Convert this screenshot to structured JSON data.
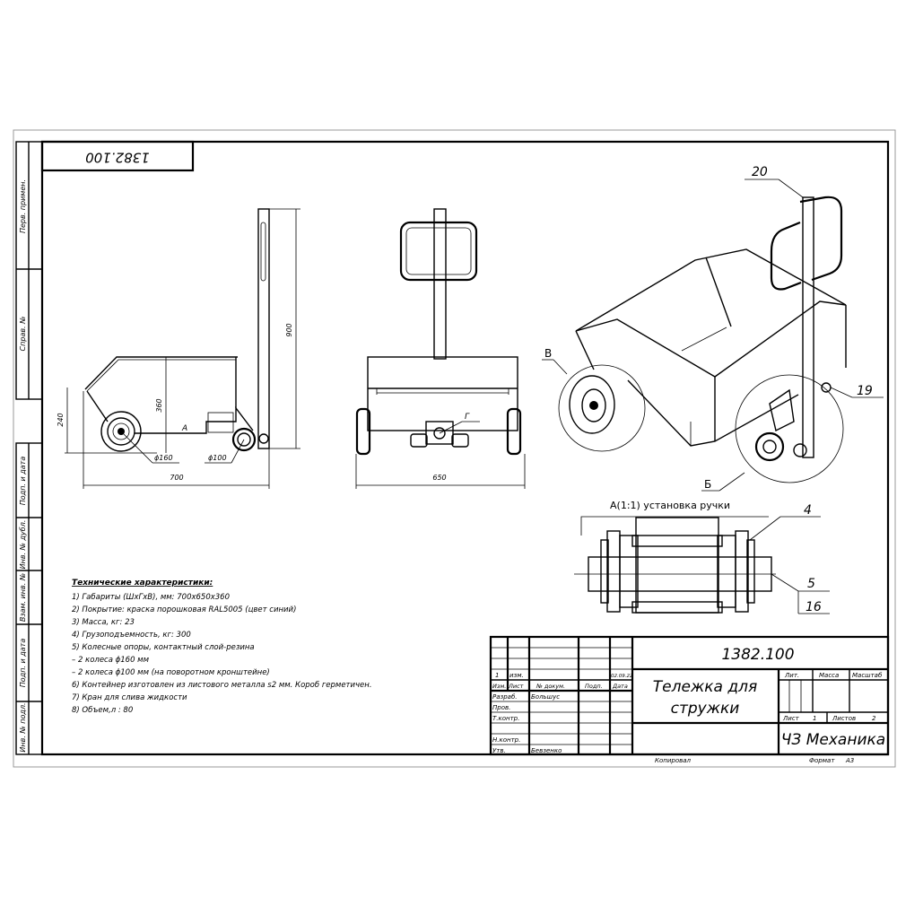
{
  "sheet": {
    "rotated_code": "1382.100",
    "margin_labels": [
      "Перв. примен.",
      "Справ. №",
      "Подп. и дата",
      "Инв. № дубл.",
      "Взам. инв. №",
      "Подп. и дата",
      "Инв. № подл."
    ]
  },
  "side_view": {
    "dims": {
      "height_total": "900",
      "height_box": "360",
      "height_front": "240",
      "length": "700",
      "wheel_large": "ϕ160",
      "wheel_small": "ϕ100"
    },
    "section_mark": "А"
  },
  "front_view": {
    "dims": {
      "width": "650"
    },
    "callout": "Г"
  },
  "iso_view": {
    "callouts": [
      "20",
      "19",
      "В",
      "Б"
    ]
  },
  "section_view": {
    "title": "А(1:1) установка ручки",
    "callouts": [
      "4",
      "5",
      "16"
    ]
  },
  "specs": {
    "title": "Технические характеристики:",
    "items": [
      "1) Габариты (ШхГхВ), мм: 700х650х360",
      "2) Покрытие: краска порошковая RAL5005 (цвет синий)",
      "3) Масса, кг: 23",
      "4) Грузоподъемность, кг: 300",
      "5) Колесные опоры, контактный слой-резина",
      "– 2 колеса ϕ160 мм",
      "– 2 колеса ϕ100 мм (на поворотном кронштейне)",
      "6) Контейнер изготовлен из листового металла s2 мм. Короб герметичен.",
      "7) Кран для слива жидкости",
      "8) Объем,л : 80"
    ]
  },
  "title_block": {
    "designation": "1382.100",
    "name_line1": "Тележка для",
    "name_line2": "стружки",
    "organization": "ЧЗ Механика",
    "change_row": {
      "num": "1",
      "label": "изм.",
      "date": "02.09.22"
    },
    "headers": {
      "izm": "Изм.",
      "list": "Лист",
      "doc": "№ докум.",
      "sign": "Подп.",
      "date": "Дата"
    },
    "roles": [
      {
        "role": "Разраб.",
        "name": "Большус"
      },
      {
        "role": "Пров.",
        "name": ""
      },
      {
        "role": "Т.контр.",
        "name": ""
      },
      {
        "role": "Н.контр.",
        "name": ""
      },
      {
        "role": "Утв.",
        "name": "Бевзенко"
      }
    ],
    "lit_label": "Лит.",
    "mass_label": "Масса",
    "scale_label": "Масштаб",
    "sheet_label": "Лист",
    "sheet_value": "1",
    "sheets_label": "Листов",
    "sheets_value": "2",
    "copied_label": "Копировал",
    "format_label": "Формат",
    "format_value": "А3"
  }
}
